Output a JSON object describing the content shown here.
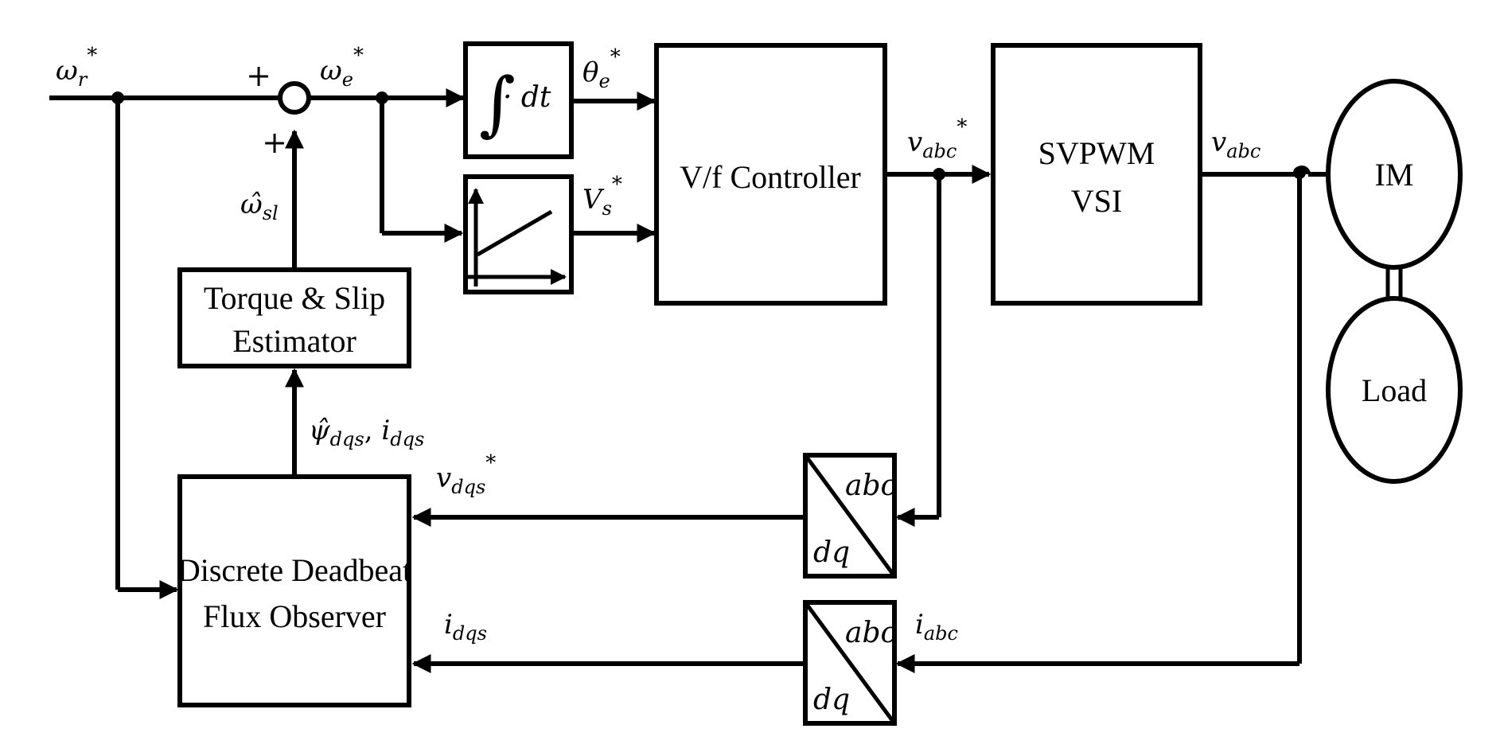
{
  "blocks": {
    "integrator": {
      "symbol": "∫",
      "suffix": "· dt"
    },
    "vf_controller": {
      "label": "V/f Controller"
    },
    "svpwm": {
      "line1": "SVPWM",
      "line2": "VSI"
    },
    "motor": {
      "label": "IM"
    },
    "load": {
      "label": "Load"
    },
    "estimator": {
      "line1": "Torque & Slip",
      "line2": "Estimator"
    },
    "observer": {
      "line1": "Discrete Deadbeat",
      "line2": "Flux Observer"
    },
    "transform_v": {
      "top": "abc",
      "bottom": "dq"
    },
    "transform_i": {
      "top": "abc",
      "bottom": "dq"
    }
  },
  "signals": {
    "wr_ref": {
      "base": "ω",
      "sub": "r",
      "sup": "*"
    },
    "we_ref": {
      "base": "ω",
      "sub": "e",
      "sup": "*"
    },
    "theta_ref": {
      "base": "θ",
      "sub": "e",
      "sup": "*"
    },
    "vs_ref": {
      "base": "V",
      "sub": "s",
      "sup": "*"
    },
    "vabc_ref": {
      "base": "v",
      "sub": "abc",
      "sup": "*"
    },
    "vabc": {
      "base": "v",
      "sub": "abc"
    },
    "wsl_hat": {
      "base": "ω̂",
      "sub": "sl"
    },
    "psi_idqs": {
      "base1": "ψ̂",
      "sub1": "dqs",
      "sep": ", ",
      "base2": "i",
      "sub2": "dqs"
    },
    "vdqs_ref": {
      "base": "v",
      "sub": "dqs",
      "sup": "*"
    },
    "idqs": {
      "base": "i",
      "sub": "dqs"
    },
    "iabc": {
      "base": "i",
      "sub": "abc"
    }
  },
  "summing_junction": {
    "sign_top": "+",
    "sign_left": "+"
  }
}
